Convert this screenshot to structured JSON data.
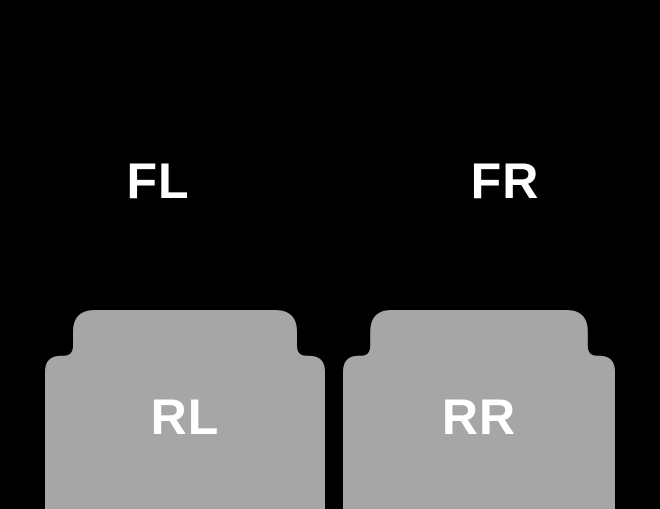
{
  "diagram": {
    "background_color": "#000000",
    "mat_color": "#a6a6a6",
    "label_color": "#ffffff",
    "front_left_label": "FL",
    "front_right_label": "FR",
    "rear_left_label": "RL",
    "rear_right_label": "RR"
  }
}
